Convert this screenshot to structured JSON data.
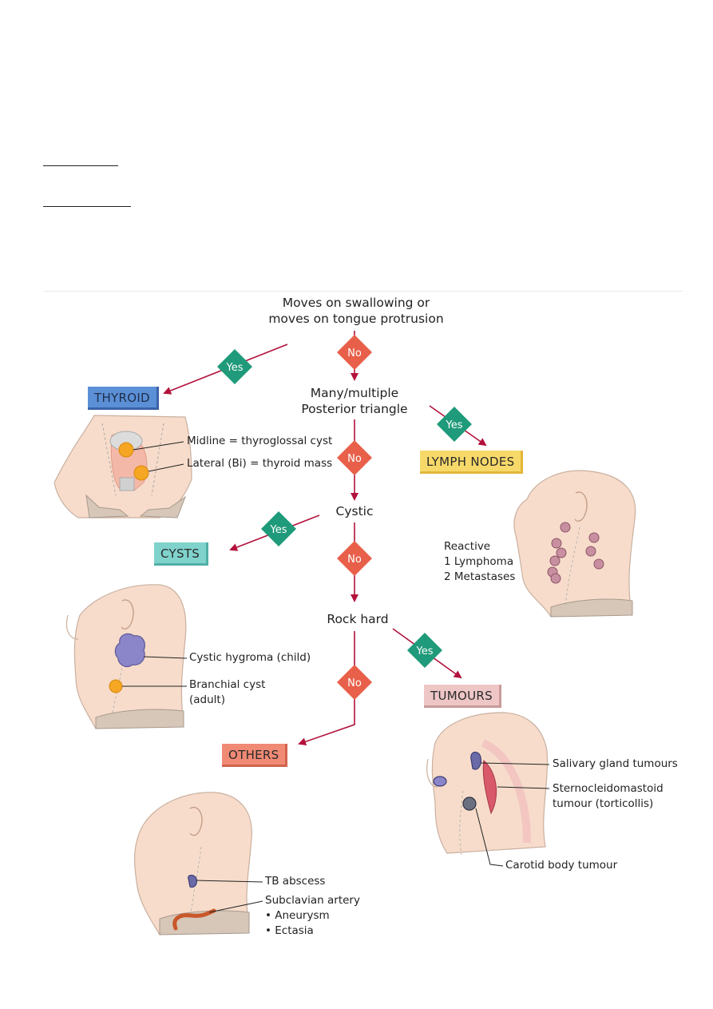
{
  "flowchart": {
    "start": [
      "Moves on swallowing or",
      "moves on tongue protrusion"
    ],
    "step2": [
      "Many/multiple",
      "Posterior triangle"
    ],
    "step3": "Cystic",
    "step4": "Rock hard",
    "yes": "Yes",
    "no": "No"
  },
  "categories": {
    "thyroid": "THYROID",
    "lymph_nodes": "LYMPH NODES",
    "cysts": "CYSTS",
    "tumours": "TUMOURS",
    "others": "OTHERS"
  },
  "annotations": {
    "thyroid_midline": "Midline = thyroglossal cyst",
    "thyroid_lateral": "Lateral (Bi) = thyroid mass",
    "lymph": [
      "Reactive",
      "1 Lymphoma",
      "2 Metastases"
    ],
    "cystic_hygroma": "Cystic hygroma (child)",
    "branchial": [
      "Branchial cyst",
      "(adult)"
    ],
    "salivary": "Salivary gland tumours",
    "sternomastoid": [
      "Sternocleidomastoid",
      "tumour (torticollis)"
    ],
    "carotid": "Carotid body tumour",
    "tb": "TB abscess",
    "subclavian": [
      "Subclavian artery",
      "• Aneurysm",
      "• Ectasia"
    ]
  },
  "colors": {
    "arrow": "#b3123c",
    "no_diamond": "#e8604a",
    "yes_diamond": "#1f9a7a",
    "thyroid": "#5b8fd6",
    "lymph_nodes": "#f7d96a",
    "cysts": "#7fd3cc",
    "tumours": "#eec6c6",
    "others": "#f08a74",
    "skin": "#f7dccb"
  }
}
